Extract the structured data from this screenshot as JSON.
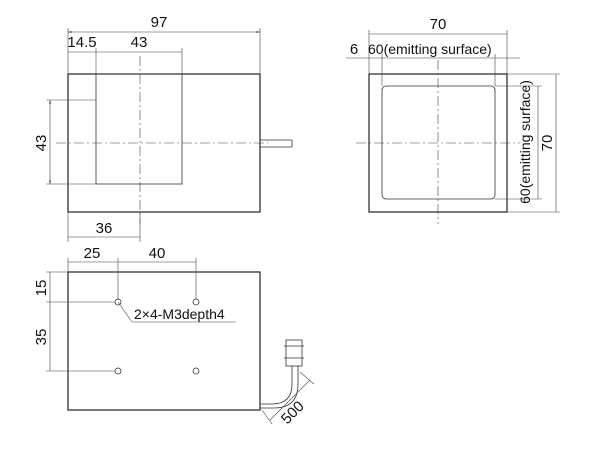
{
  "drawing": {
    "front_view": {
      "width": "97",
      "inset_left": "14.5",
      "inset_width": "43",
      "inset_height": "43",
      "lower_offset": "36"
    },
    "side_view": {
      "width": "70",
      "height": "70",
      "wall": "6",
      "emitting_width": "60(emitting surface)",
      "emitting_height": "60(emitting surface)"
    },
    "bottom_view": {
      "hole_x1": "25",
      "hole_pitch_x": "40",
      "hole_y1": "15",
      "hole_pitch_y": "35",
      "hole_note": "2×4-M3depth4",
      "cable_length": "500"
    }
  }
}
